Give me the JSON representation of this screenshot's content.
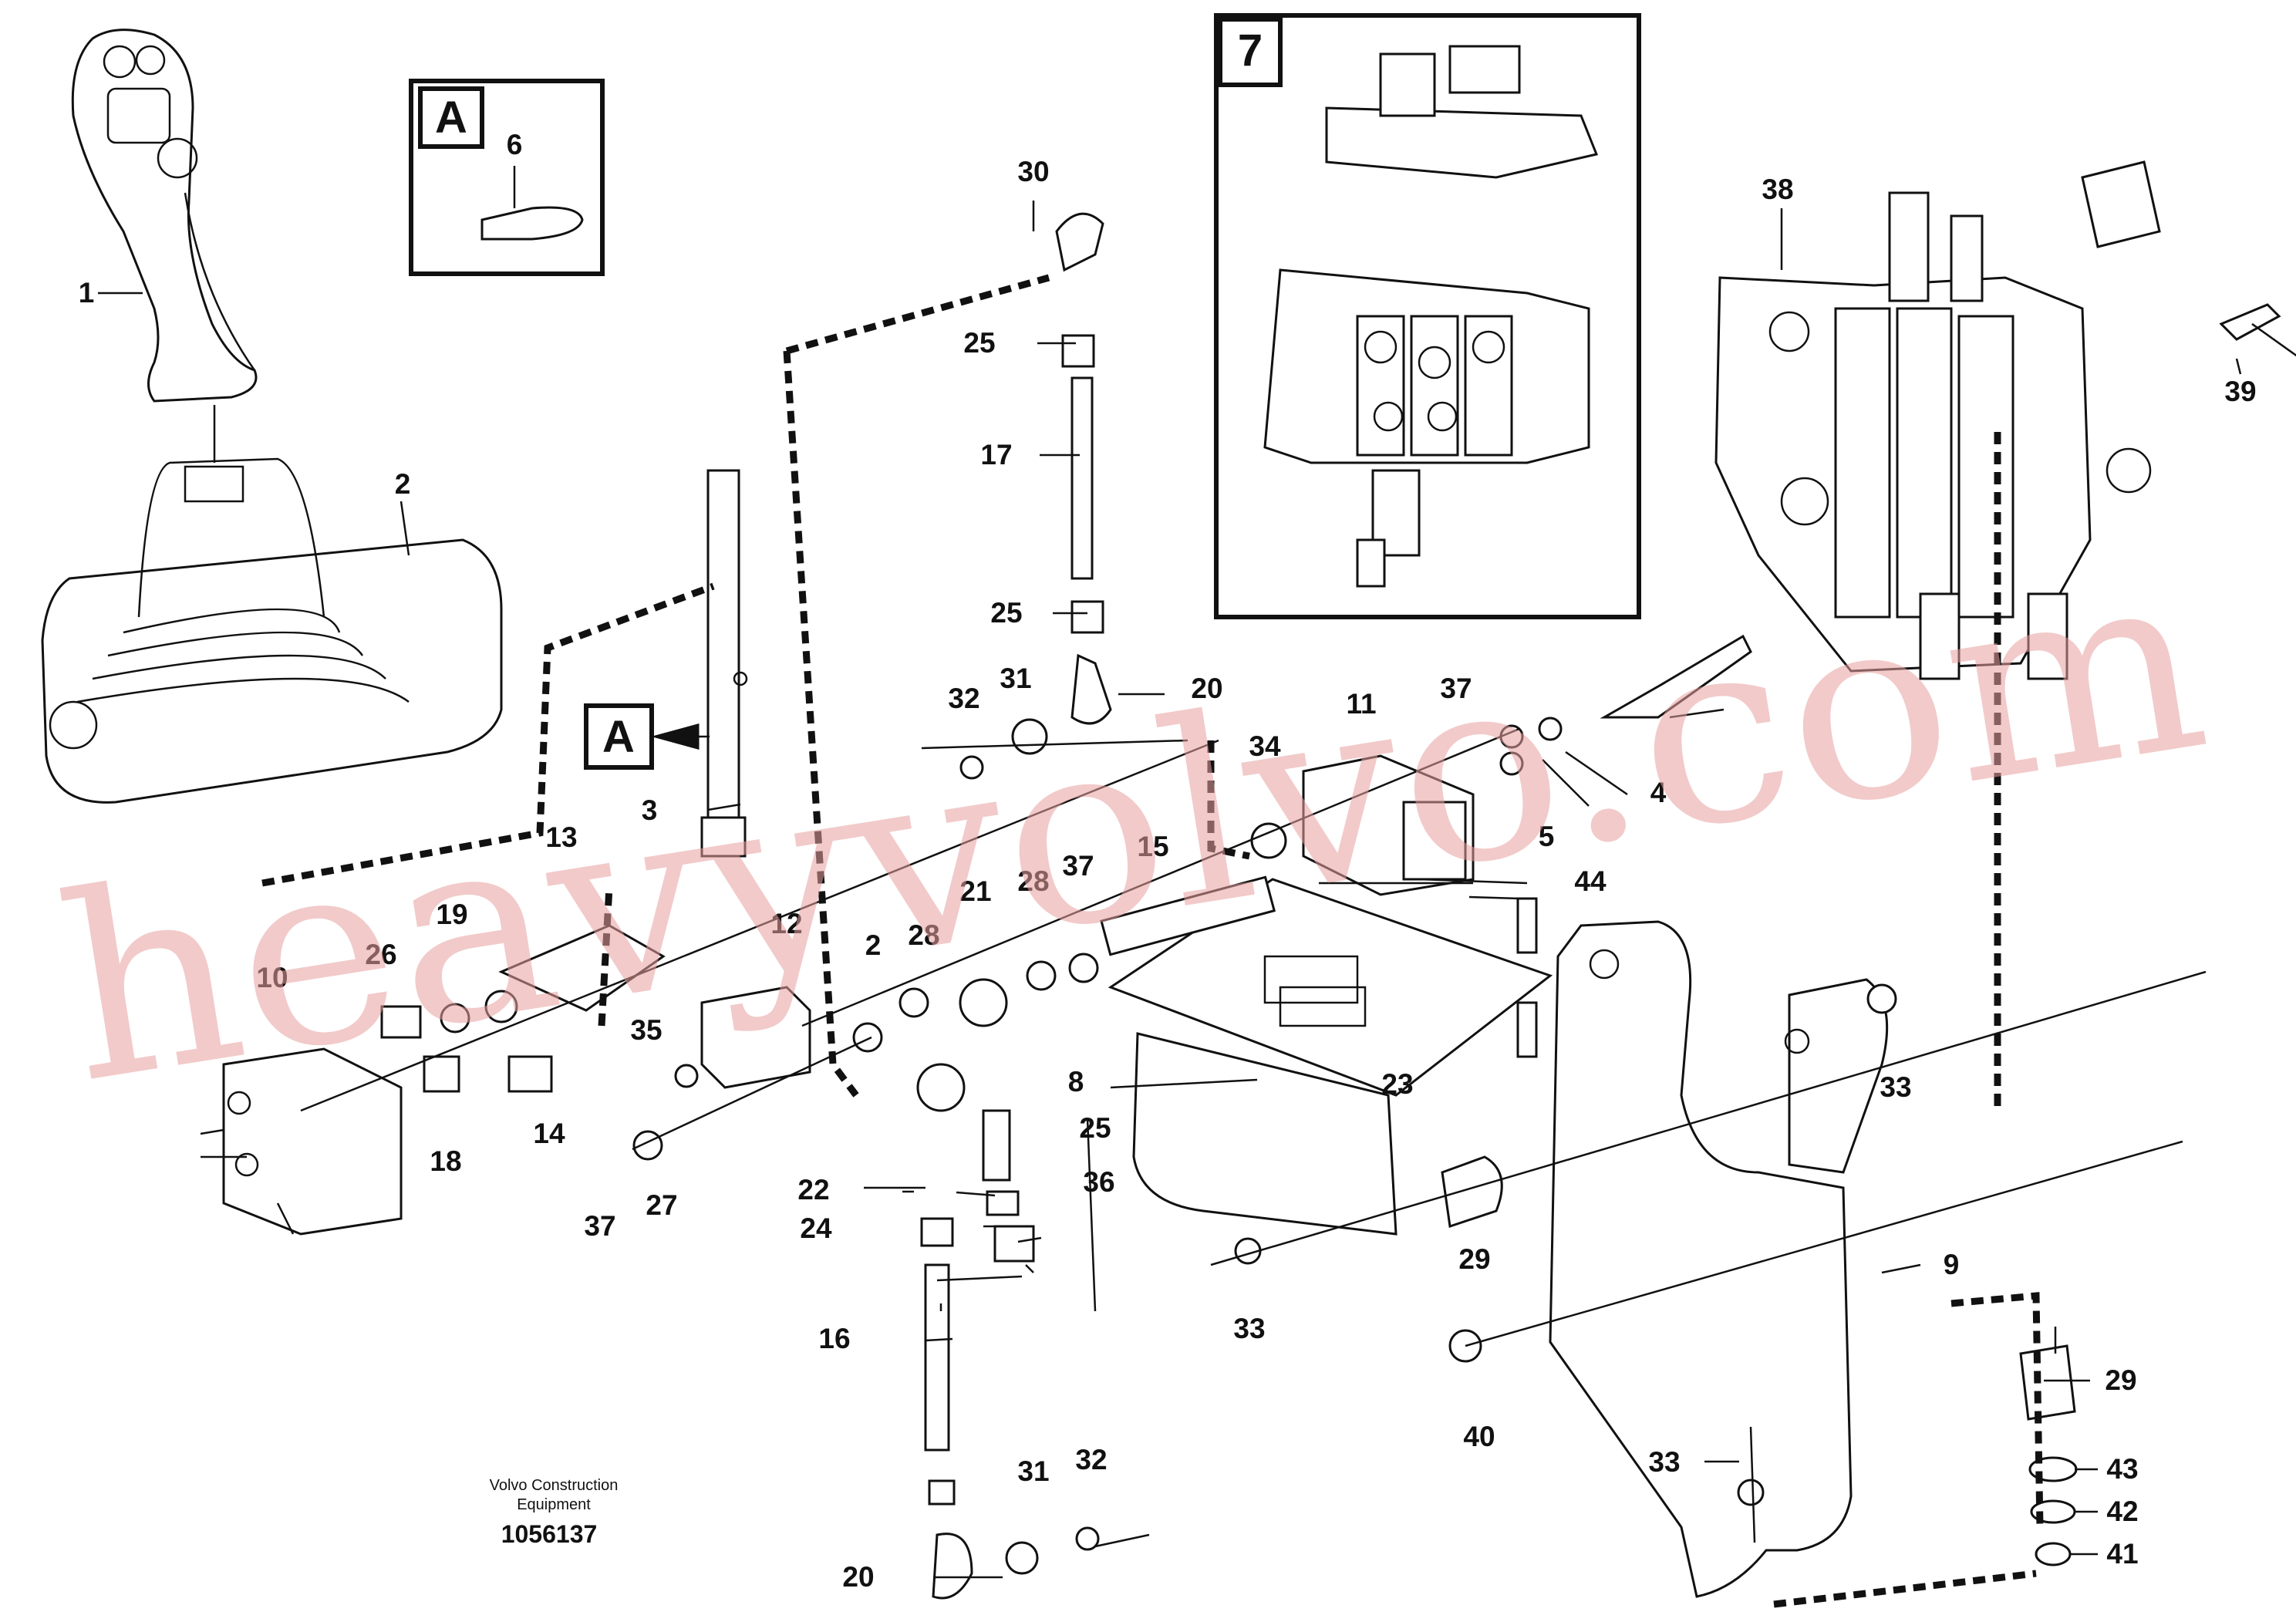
{
  "title_block": {
    "publisher_line1": "Volvo Construction",
    "publisher_line2": "Equipment",
    "document_number": "1056137"
  },
  "watermark": "heavyvolvo.com",
  "detail_boxes": [
    {
      "id": "A",
      "label": "A",
      "part": "6"
    },
    {
      "id": "7",
      "label": "7"
    }
  ],
  "view_ref": "A",
  "callouts": [
    {
      "id": "c1",
      "text": "1"
    },
    {
      "id": "c2",
      "text": "2"
    },
    {
      "id": "c3",
      "text": "3"
    },
    {
      "id": "c4",
      "text": "4"
    },
    {
      "id": "c5",
      "text": "5"
    },
    {
      "id": "c6",
      "text": "6"
    },
    {
      "id": "c8",
      "text": "8"
    },
    {
      "id": "c9",
      "text": "9"
    },
    {
      "id": "c10",
      "text": "10"
    },
    {
      "id": "c11",
      "text": "11"
    },
    {
      "id": "c12",
      "text": "12"
    },
    {
      "id": "c13",
      "text": "13"
    },
    {
      "id": "c14",
      "text": "14"
    },
    {
      "id": "c15",
      "text": "15"
    },
    {
      "id": "c16",
      "text": "16"
    },
    {
      "id": "c17",
      "text": "17"
    },
    {
      "id": "c18",
      "text": "18"
    },
    {
      "id": "c19",
      "text": "19"
    },
    {
      "id": "c20a",
      "text": "20"
    },
    {
      "id": "c20b",
      "text": "20"
    },
    {
      "id": "c21",
      "text": "21"
    },
    {
      "id": "c22",
      "text": "22"
    },
    {
      "id": "c23",
      "text": "23"
    },
    {
      "id": "c24",
      "text": "24"
    },
    {
      "id": "c25a",
      "text": "25"
    },
    {
      "id": "c25b",
      "text": "25"
    },
    {
      "id": "c25c",
      "text": "25"
    },
    {
      "id": "c26",
      "text": "26"
    },
    {
      "id": "c27",
      "text": "27"
    },
    {
      "id": "c28a",
      "text": "28"
    },
    {
      "id": "c28b",
      "text": "28"
    },
    {
      "id": "c29a",
      "text": "29"
    },
    {
      "id": "c29b",
      "text": "29"
    },
    {
      "id": "c30",
      "text": "30"
    },
    {
      "id": "c31a",
      "text": "31"
    },
    {
      "id": "c31b",
      "text": "31"
    },
    {
      "id": "c32a",
      "text": "32"
    },
    {
      "id": "c32b",
      "text": "32"
    },
    {
      "id": "c33a",
      "text": "33"
    },
    {
      "id": "c33b",
      "text": "33"
    },
    {
      "id": "c33c",
      "text": "33"
    },
    {
      "id": "c34",
      "text": "34"
    },
    {
      "id": "c35",
      "text": "35"
    },
    {
      "id": "c36",
      "text": "36"
    },
    {
      "id": "c37a",
      "text": "37"
    },
    {
      "id": "c37b",
      "text": "37"
    },
    {
      "id": "c37c",
      "text": "37"
    },
    {
      "id": "c38",
      "text": "38"
    },
    {
      "id": "c39",
      "text": "39"
    },
    {
      "id": "c40",
      "text": "40"
    },
    {
      "id": "c41",
      "text": "41"
    },
    {
      "id": "c42",
      "text": "42"
    },
    {
      "id": "c43",
      "text": "43"
    },
    {
      "id": "c44",
      "text": "44"
    },
    {
      "id": "c2x",
      "text": "2"
    }
  ]
}
